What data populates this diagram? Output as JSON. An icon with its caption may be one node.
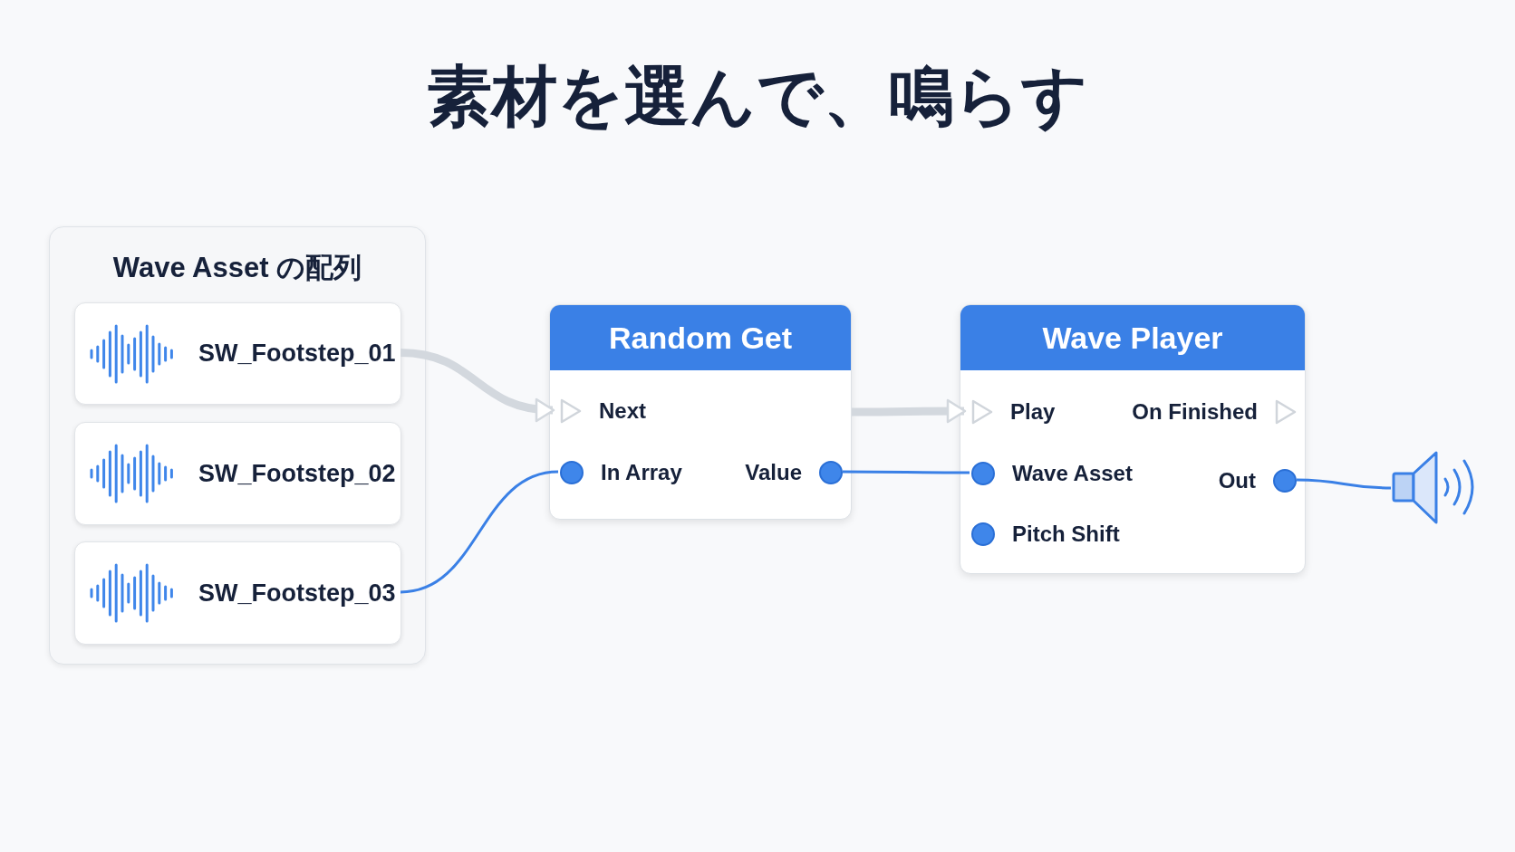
{
  "diagram": {
    "title": "素材を選んで、鳴らす",
    "nodes": [
      {
        "text": [
          "Wave Asset の配列"
        ]
      },
      {
        "text": [
          "SW_Footstep_01"
        ],
        "in": 0
      },
      {
        "text": [
          "SW_Footstep_02"
        ],
        "in": 0
      },
      {
        "text": [
          "SW_Footstep_03"
        ],
        "in": 0
      },
      {
        "text": [
          "Random Get"
        ]
      },
      {
        "text": [
          "Next"
        ],
        "in": 4
      },
      {
        "text": [
          "In Array"
        ],
        "in": 4
      },
      {
        "text": [
          "Value"
        ],
        "in": 4
      },
      {
        "text": [
          "Wave Player"
        ]
      },
      {
        "text": [
          "Play"
        ],
        "in": 8
      },
      {
        "text": [
          "On Finished"
        ],
        "in": 8
      },
      {
        "text": [
          "Wave Asset"
        ],
        "in": 8
      },
      {
        "text": [
          "Out"
        ],
        "in": 8
      },
      {
        "text": [
          "Pitch Shift"
        ],
        "in": 8
      },
      {
        "text": [],
        "shape": "speaker"
      }
    ],
    "edges": [
      {
        "from": 1,
        "to": 5,
        "arrow": "to",
        "style": "thick",
        "color": "#d3d8de"
      },
      {
        "from": 3,
        "to": 6,
        "arrow": "none"
      },
      {
        "from": 4,
        "to": 9,
        "arrow": "to",
        "style": "thick",
        "color": "#d3d8de"
      },
      {
        "from": 7,
        "to": 11,
        "arrow": "none"
      },
      {
        "from": 12,
        "to": 14,
        "arrow": "none"
      }
    ]
  }
}
